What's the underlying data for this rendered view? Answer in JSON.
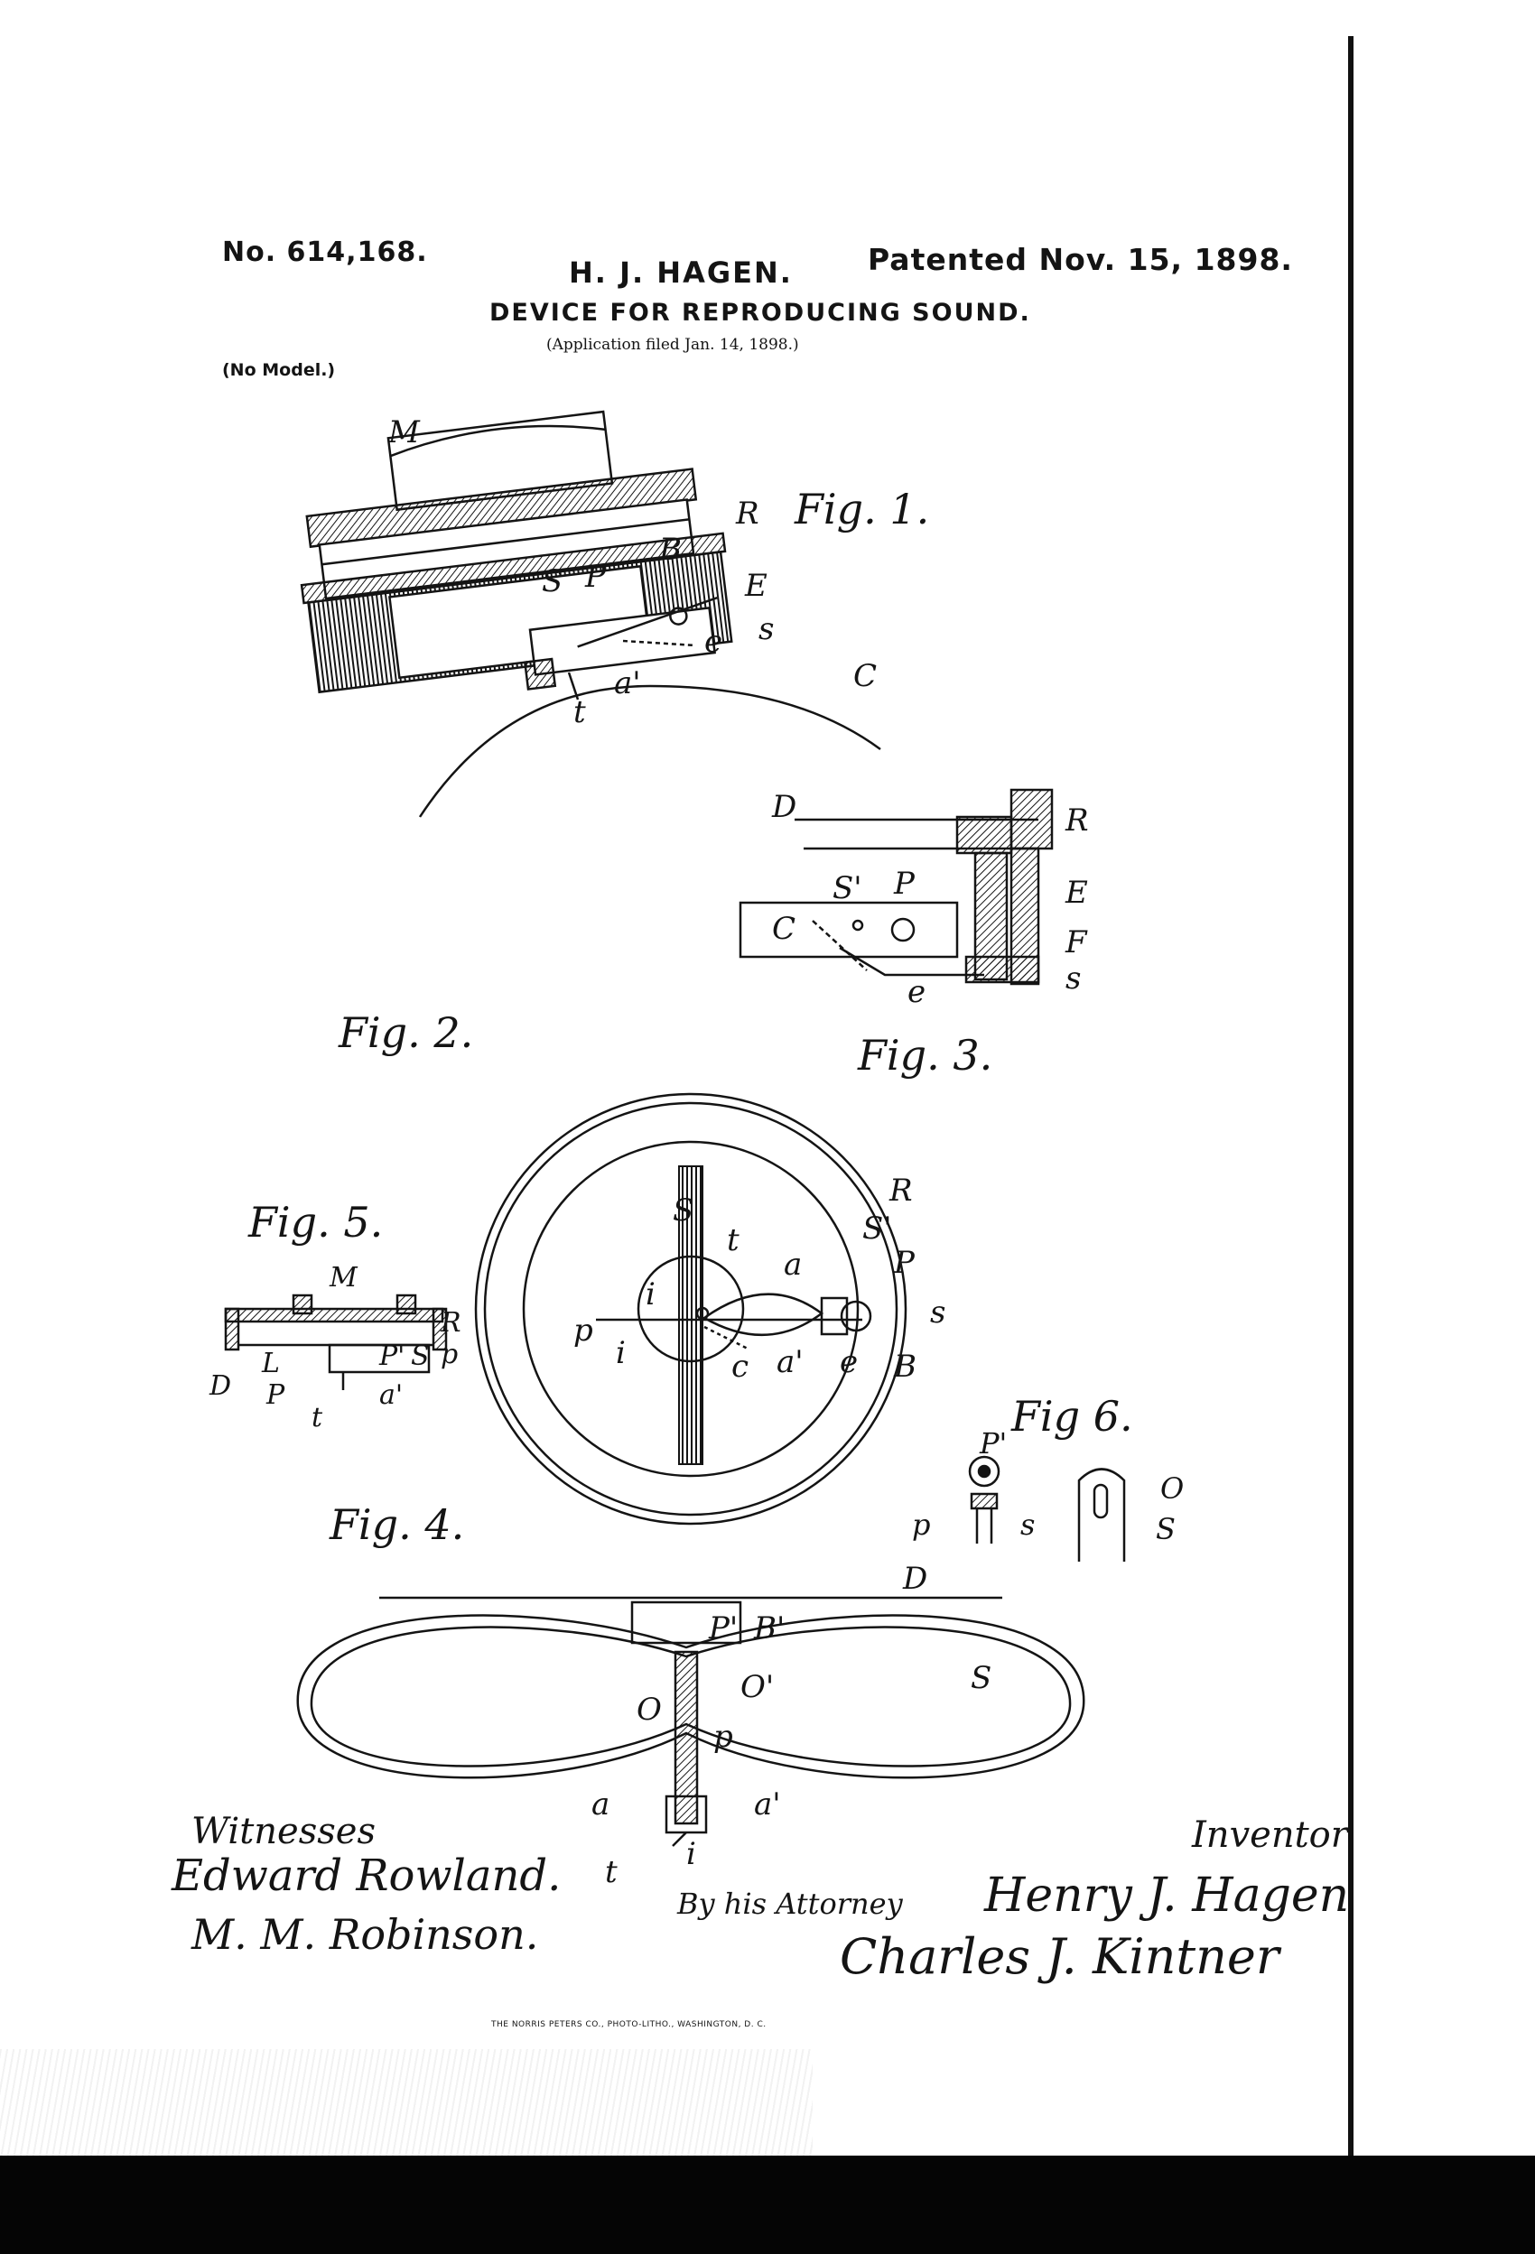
{
  "header": {
    "patent_number": "No. 614,168.",
    "patent_date": "Patented Nov. 15, 1898.",
    "inventor": "H. J. HAGEN.",
    "title": "DEVICE FOR REPRODUCING SOUND.",
    "application": "(Application filed Jan. 14, 1898.)",
    "model_note": "(No Model.)"
  },
  "figures": {
    "fig1": "Fig. 1.",
    "fig2": "Fig. 2.",
    "fig3": "Fig. 3.",
    "fig4": "Fig. 4.",
    "fig5": "Fig. 5.",
    "fig6": "Fig 6."
  },
  "labels": {
    "fig1": [
      "M",
      "R",
      "E",
      "B",
      "P",
      "S",
      "s",
      "e",
      "a'",
      "t",
      "C"
    ],
    "fig2": [
      "D",
      "R",
      "S'",
      "P",
      "E",
      "C",
      "F",
      "s",
      "e"
    ],
    "fig4": [
      "R",
      "S",
      "t",
      "a",
      "S'",
      "P",
      "s",
      "p",
      "i",
      "i",
      "c",
      "a'",
      "e",
      "B"
    ],
    "fig5": [
      "M",
      "R",
      "p",
      "D",
      "L",
      "P'",
      "S",
      "P",
      "t",
      "a'"
    ],
    "fig6": [
      "P'",
      "p",
      "s",
      "O",
      "S"
    ],
    "fig7": [
      "D",
      "P'",
      "B'",
      "O'",
      "S",
      "O",
      "p",
      "a",
      "a'",
      "t",
      "i"
    ]
  },
  "signatures": {
    "witnesses_label": "Witnesses",
    "witness_1": "Edward Rowland.",
    "witness_2": "M. M. Robinson.",
    "inventor_label": "Inventor",
    "inventor_signature": "Henry J. Hagen",
    "attorney_label": "By his Attorney",
    "attorney_signature": "Charles J. Kintner"
  },
  "footer": {
    "printer": "THE NORRIS PETERS CO., PHOTO-LITHO., WASHINGTON, D. C."
  },
  "colors": {
    "ink": "#141414",
    "paper": "#ffffff",
    "border": "#050505"
  }
}
